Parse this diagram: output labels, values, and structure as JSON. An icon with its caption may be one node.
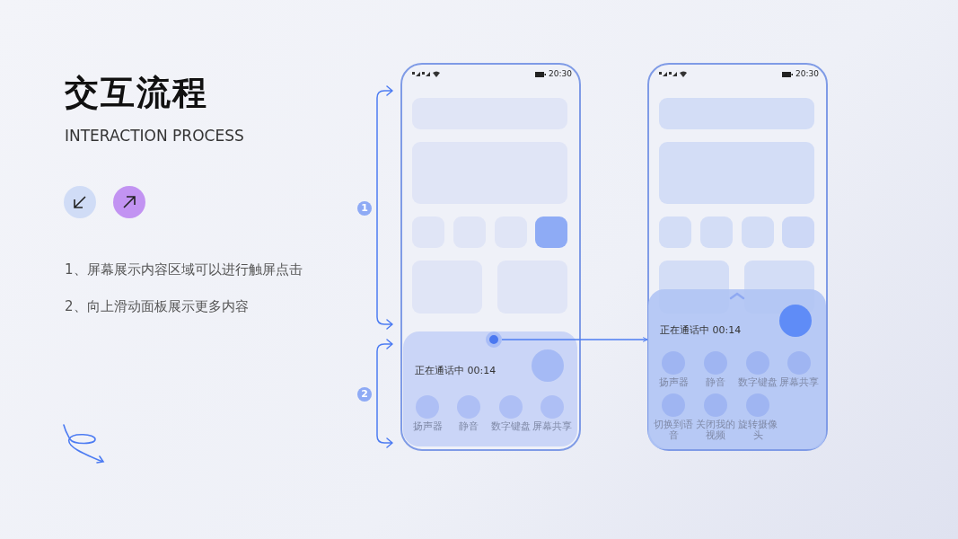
{
  "diagram": {
    "title": "交互流程",
    "nodes": [
      {
        "text": [
          "20:30"
        ]
      },
      {
        "text": [
          "正在通话中 00:14"
        ],
        "in": 0
      },
      {
        "text": [
          "扬声器"
        ],
        "in": 1
      },
      {
        "text": [
          "静音"
        ],
        "in": 1
      },
      {
        "text": [
          "数字键盘"
        ],
        "in": 1
      },
      {
        "text": [
          "屏幕共享"
        ],
        "in": 1
      },
      {
        "text": [],
        "shape": "circle",
        "in": 1
      },
      {
        "text": [
          "20:30"
        ]
      },
      {
        "text": [
          "正在通话中 00:14"
        ],
        "in": 7
      },
      {
        "text": [
          "扬声器"
        ],
        "in": 8
      },
      {
        "text": [
          "静音"
        ],
        "in": 8
      },
      {
        "text": [
          "数字键盘"
        ],
        "in": 8
      },
      {
        "text": [
          "屏幕共享"
        ],
        "in": 8
      },
      {
        "text": [
          "切换到语音"
        ],
        "in": 8
      },
      {
        "text": [
          "关闭我的视频"
        ],
        "in": 8
      },
      {
        "text": [
          "旋转摄像头"
        ],
        "in": 8
      },
      {
        "text": [
          "1"
        ]
      },
      {
        "text": [
          "2"
        ]
      }
    ],
    "edges": [
      {
        "from": 6,
        "to": 7,
        "arrow": "to"
      }
    ],
    "labels": [
      "INTERACTION PROCESS",
      "1、屏幕展示内容区域可以进行触屏点击",
      "2、向上滑动面板展示更多内容"
    ]
  }
}
